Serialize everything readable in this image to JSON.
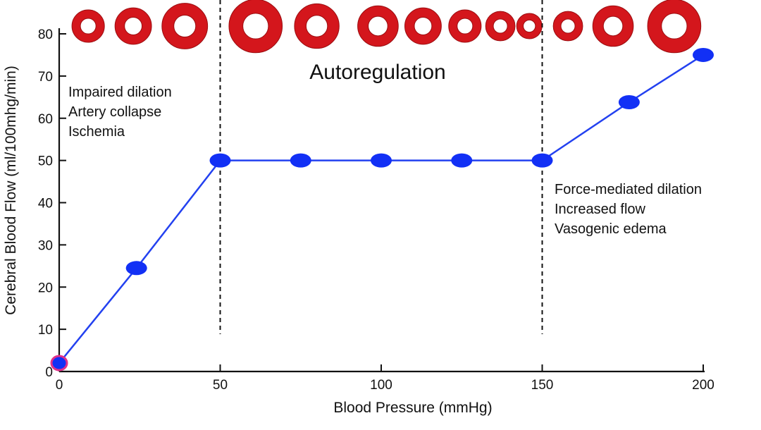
{
  "chart_data": {
    "type": "line",
    "title": "",
    "xlabel": "Blood Pressure (mmHg)",
    "ylabel": "Cerebral Blood Flow (ml/100mhg/min)",
    "xlim": [
      0,
      200
    ],
    "ylim": [
      0,
      80
    ],
    "x_ticks": [
      "0",
      "50",
      "100",
      "150",
      "200"
    ],
    "y_ticks": [
      "10",
      "20",
      "30",
      "40",
      "50",
      "60",
      "70",
      "80"
    ],
    "origin_label": "0",
    "grid": false,
    "series": [
      {
        "x": [
          0,
          24,
          50,
          75,
          100,
          125,
          150,
          177,
          200
        ],
        "y": [
          2,
          24.5,
          50,
          50,
          50,
          50,
          50,
          63.8,
          75
        ]
      }
    ],
    "reference_lines_x": [
      50,
      150
    ],
    "annotations": {
      "autoregulation": "Autoregulation",
      "low_pressure": [
        "Impaired dilation",
        "Artery collapse",
        "Ischemia"
      ],
      "high_pressure": [
        "Force-mediated dilation",
        "Increased flow",
        "Vasogenic edema"
      ]
    },
    "vessel_icons": [
      {
        "x": 9,
        "size": 0.64
      },
      {
        "x": 23,
        "size": 0.72
      },
      {
        "x": 39,
        "size": 0.9
      },
      {
        "x": 61,
        "size": 1.05
      },
      {
        "x": 80,
        "size": 0.88
      },
      {
        "x": 99,
        "size": 0.8
      },
      {
        "x": 113,
        "size": 0.72
      },
      {
        "x": 126,
        "size": 0.64
      },
      {
        "x": 137,
        "size": 0.58
      },
      {
        "x": 146,
        "size": 0.5
      },
      {
        "x": 158,
        "size": 0.58
      },
      {
        "x": 172,
        "size": 0.8
      },
      {
        "x": 191,
        "size": 1.05
      }
    ],
    "colors": {
      "line": "#2341f0",
      "marker": "#1230f5",
      "first_marker_outline": "#e0308a",
      "vessel": "#d4161c",
      "axis": "#111111"
    }
  }
}
